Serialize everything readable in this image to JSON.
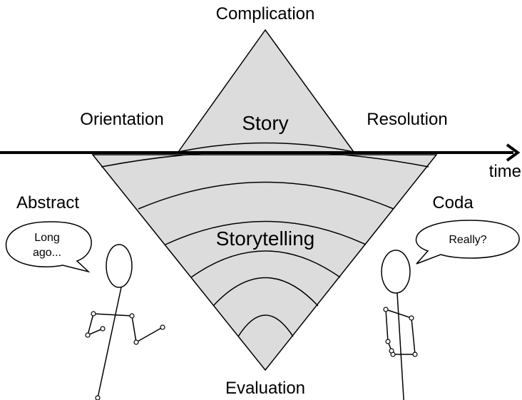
{
  "labels": {
    "complication": "Complication",
    "orientation": "Orientation",
    "resolution": "Resolution",
    "story": "Story",
    "storytelling": "Storytelling",
    "time": "time",
    "abstract": "Abstract",
    "coda": "Coda",
    "evaluation": "Evaluation"
  },
  "speech": {
    "left_line1": "Long",
    "left_line2": "ago...",
    "right": "Really?"
  },
  "colors": {
    "fill": "#dcdcdc",
    "stroke": "#000000",
    "background": "#ffffff"
  }
}
